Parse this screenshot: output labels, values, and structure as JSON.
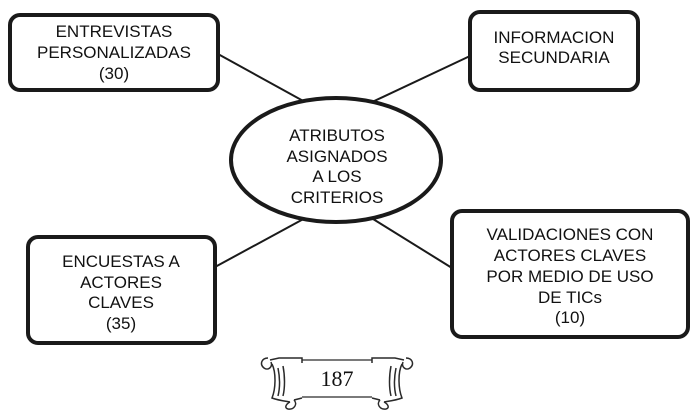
{
  "colors": {
    "stroke": "#1a1a1a",
    "background": "#ffffff"
  },
  "nodes": {
    "center": {
      "lines": [
        "ATRIBUTOS",
        "ASIGNADOS",
        "A LOS",
        "CRITERIOS"
      ]
    },
    "entrevistas": {
      "lines": [
        "ENTREVISTAS",
        "PERSONALIZADAS",
        "(30)"
      ]
    },
    "informacion": {
      "lines": [
        "INFORMACION",
        "SECUNDARIA"
      ]
    },
    "encuestas": {
      "lines": [
        "ENCUESTAS A",
        "ACTORES",
        "CLAVES",
        "(35)"
      ]
    },
    "validaciones": {
      "lines": [
        "VALIDACIONES CON",
        "ACTORES CLAVES",
        "POR MEDIO DE USO",
        "DE TICs",
        "(10)"
      ]
    }
  },
  "footer": {
    "page_number": "187",
    "ornament": "scroll-ornament"
  }
}
